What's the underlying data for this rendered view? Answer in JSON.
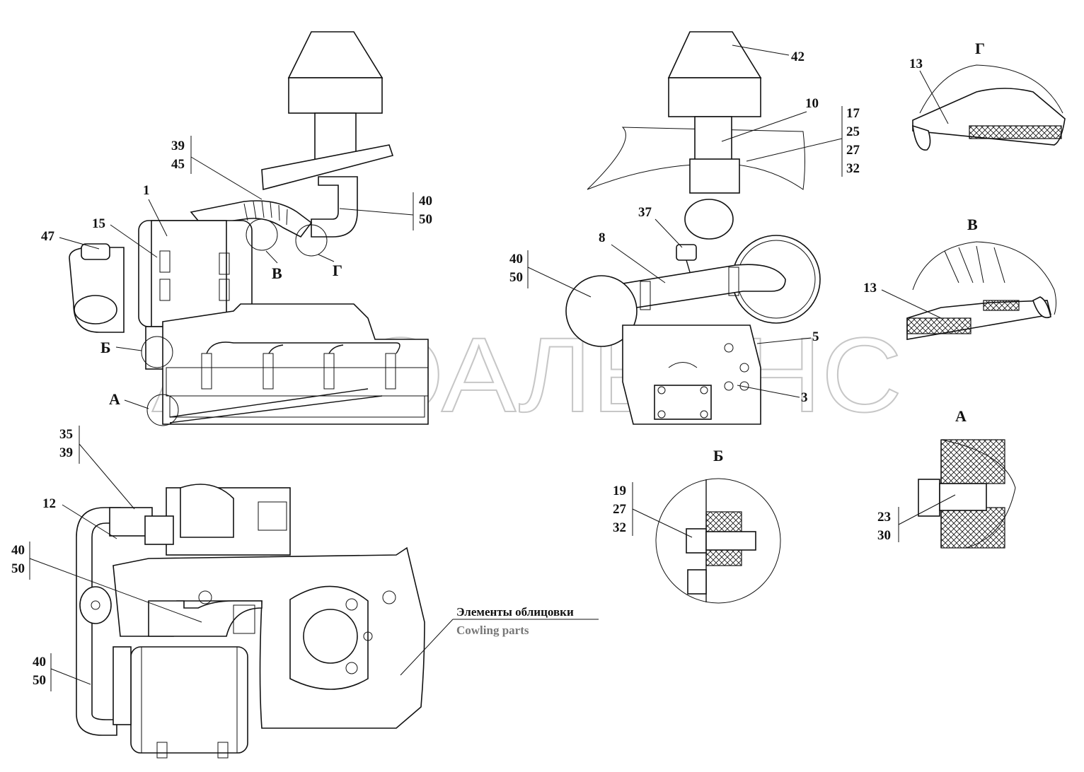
{
  "watermark": "АВТОАЛЬЯНС",
  "views": {
    "G": "Г",
    "V": "В",
    "B": "Б",
    "A": "А"
  },
  "callouts": {
    "c1": "1",
    "c15": "15",
    "c47": "47",
    "c39_45": [
      "39",
      "45"
    ],
    "c40_50_top": [
      "40",
      "50"
    ],
    "c42": "42",
    "c10": "10",
    "c17_32": [
      "17",
      "25",
      "27",
      "32"
    ],
    "c37": "37",
    "c8": "8",
    "c40_50_mid": [
      "40",
      "50"
    ],
    "c5": "5",
    "c3": "3",
    "c13_g": "13",
    "c13_v": "13",
    "c35_39": [
      "35",
      "39"
    ],
    "c12": "12",
    "c40_50_low1": [
      "40",
      "50"
    ],
    "c40_50_low2": [
      "40",
      "50"
    ],
    "c19_32": [
      "19",
      "27",
      "32"
    ],
    "c23_30": [
      "23",
      "30"
    ],
    "view_label_B_left": "Б",
    "view_label_A_left": "А",
    "view_label_V_left": "В",
    "view_label_G_left": "Г"
  },
  "caption": {
    "ru": "Элементы облицовки",
    "en": "Cowling parts"
  }
}
